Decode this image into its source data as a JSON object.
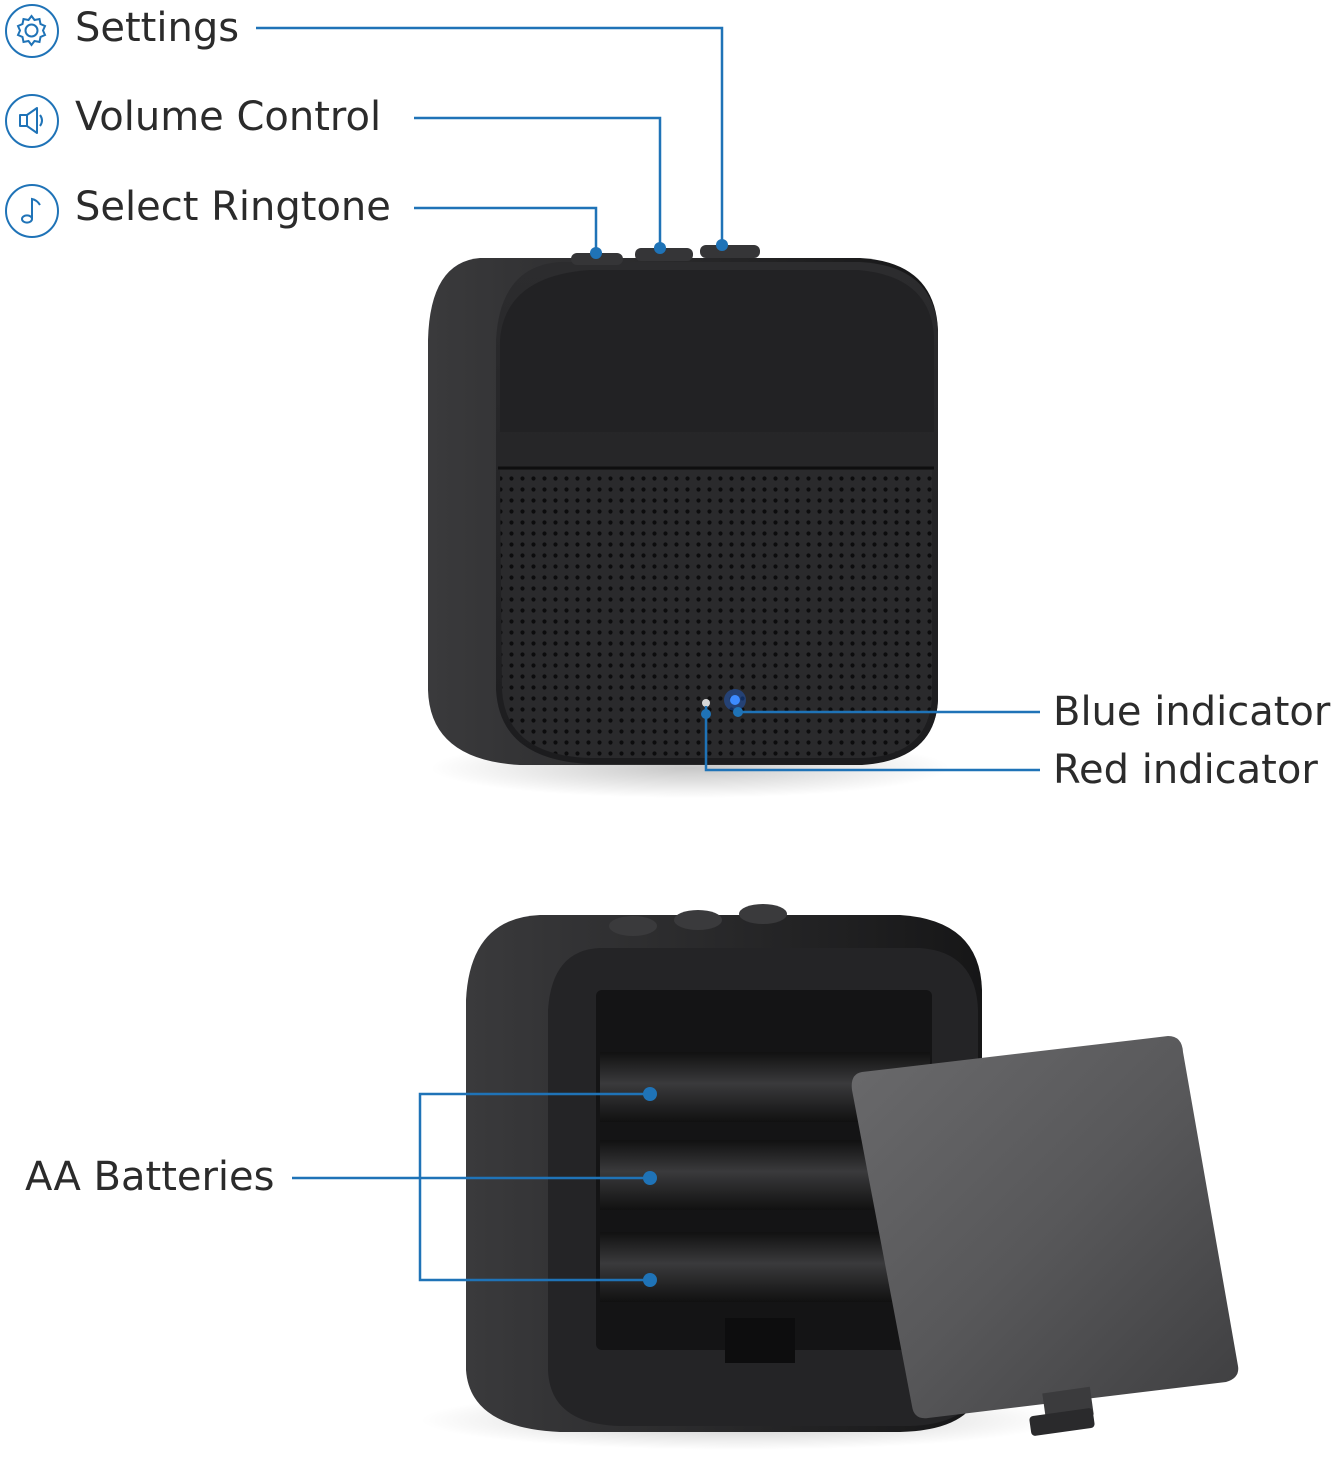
{
  "colors": {
    "leader": "#1f73b7",
    "dot": "#1f73b7",
    "device": "#1b1b1d",
    "label": "#2b2b2b"
  },
  "callouts": {
    "settings": {
      "label": "Settings",
      "icon": "gear-icon"
    },
    "volume": {
      "label": "Volume Control",
      "icon": "speaker-icon"
    },
    "ringtone": {
      "label": "Select Ringtone",
      "icon": "music-note-icon"
    },
    "blue_indicator": {
      "label": "Blue indicator"
    },
    "red_indicator": {
      "label": "Red indicator"
    },
    "batteries": {
      "label": "AA Batteries"
    }
  }
}
